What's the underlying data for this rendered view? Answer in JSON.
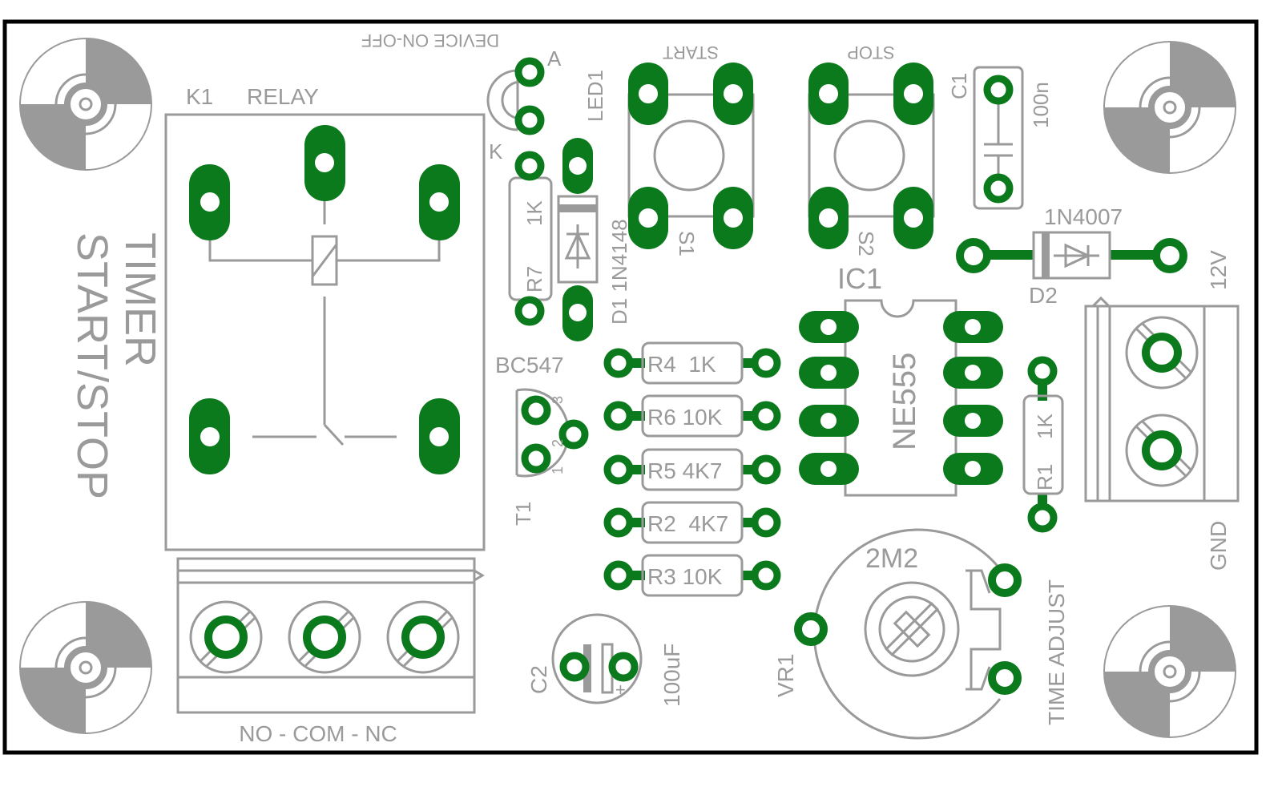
{
  "colors": {
    "silkscreen": "#9a9a9a",
    "copper_pad": "#0b7a1c",
    "board_outline": "#000000",
    "background": "#ffffff"
  },
  "labels": {
    "device_onoff": "DEVICE ON-OFF",
    "k1": "K1",
    "relay": "RELAY",
    "timer": "TIMER",
    "startstop": "START/STOP",
    "led_a": "A",
    "led_k": "K",
    "led1": "LED1",
    "r7_val": "1K",
    "r7": "R7",
    "d1": "D1 1N4148",
    "bc547": "BC547",
    "t1": "T1",
    "t_pin1": "1",
    "t_pin2": "2",
    "t_pin3": "3",
    "start": "START",
    "stop": "STOP",
    "s1": "S1",
    "s2": "S2",
    "c1": "C1",
    "c1_val": "100n",
    "d2_type": "1N4007",
    "d2": "D2",
    "v12": "12V",
    "gnd": "GND",
    "ic1": "IC1",
    "ne555": "NE555",
    "r1": "R1",
    "r1_val": "1K",
    "r4": "R4  1K",
    "r6": "R6 10K",
    "r5": "R5 4K7",
    "r2": "R2  4K7",
    "r3": "R3 10K",
    "vr_val": "2M2",
    "vr1": "VR1",
    "time_adjust": "TIME ADJUST",
    "c2": "C2",
    "c2_val": "100uF",
    "plus": "+",
    "terminal": "NO - COM - NC"
  }
}
